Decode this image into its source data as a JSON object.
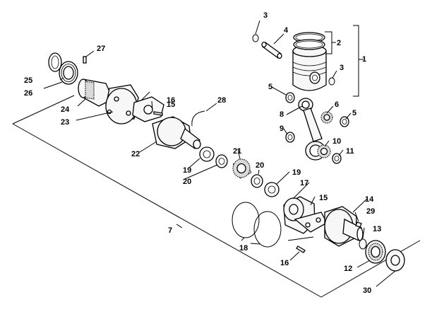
{
  "callouts": {
    "c1": "1",
    "c2": "2",
    "c3a": "3",
    "c3b": "3",
    "c4": "4",
    "c5a": "5",
    "c5b": "5",
    "c6": "6",
    "c7": "7",
    "c8": "8",
    "c9": "9",
    "c10": "10",
    "c11": "11",
    "c12": "12",
    "c13": "13",
    "c14": "14",
    "c15a": "15",
    "c15b": "15",
    "c16a": "16",
    "c16b": "16",
    "c17": "17",
    "c18": "18",
    "c19a": "19",
    "c19b": "19",
    "c20a": "20",
    "c20b": "20",
    "c21": "21",
    "c22": "22",
    "c23": "23",
    "c24": "24",
    "c25": "25",
    "c26": "26",
    "c27": "27",
    "c28": "28",
    "c29": "29",
    "c30": "30"
  }
}
